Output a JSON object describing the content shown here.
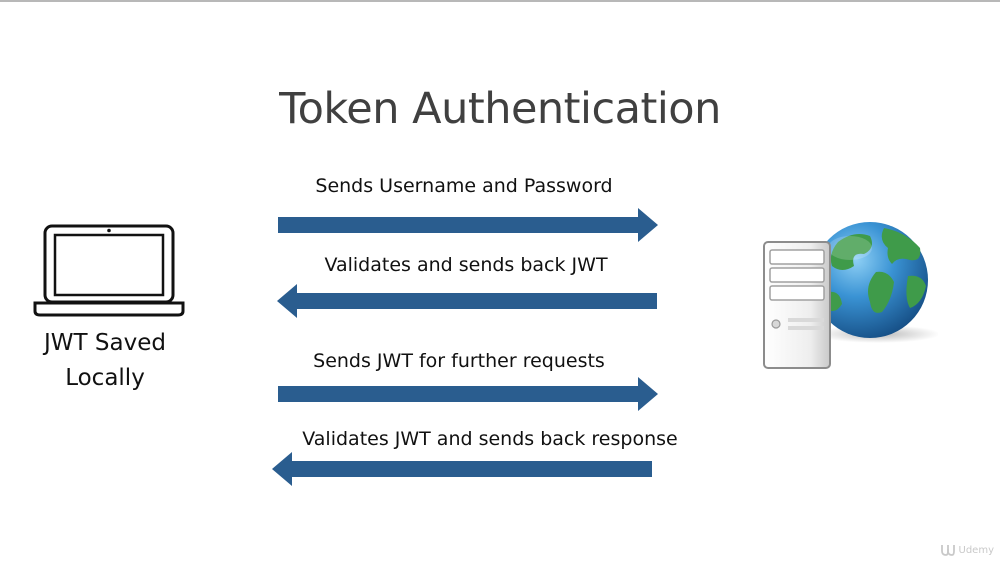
{
  "title": "Token Authentication",
  "client": {
    "icon": "laptop-icon",
    "caption_line1": "JWT Saved",
    "caption_line2": "Locally"
  },
  "server": {
    "icon": "server-globe-icon"
  },
  "flows": [
    {
      "label": "Sends Username and Password",
      "direction": "right"
    },
    {
      "label": "Validates and sends back JWT",
      "direction": "left"
    },
    {
      "label": "Sends JWT for further requests",
      "direction": "right"
    },
    {
      "label": "Validates JWT and sends back response",
      "direction": "left"
    }
  ],
  "colors": {
    "arrow": "#2a5d8f",
    "title": "#404040",
    "globe_ocean": "#2f86c6",
    "globe_land": "#3f9b4a"
  },
  "watermark": {
    "text": "Udemy"
  }
}
